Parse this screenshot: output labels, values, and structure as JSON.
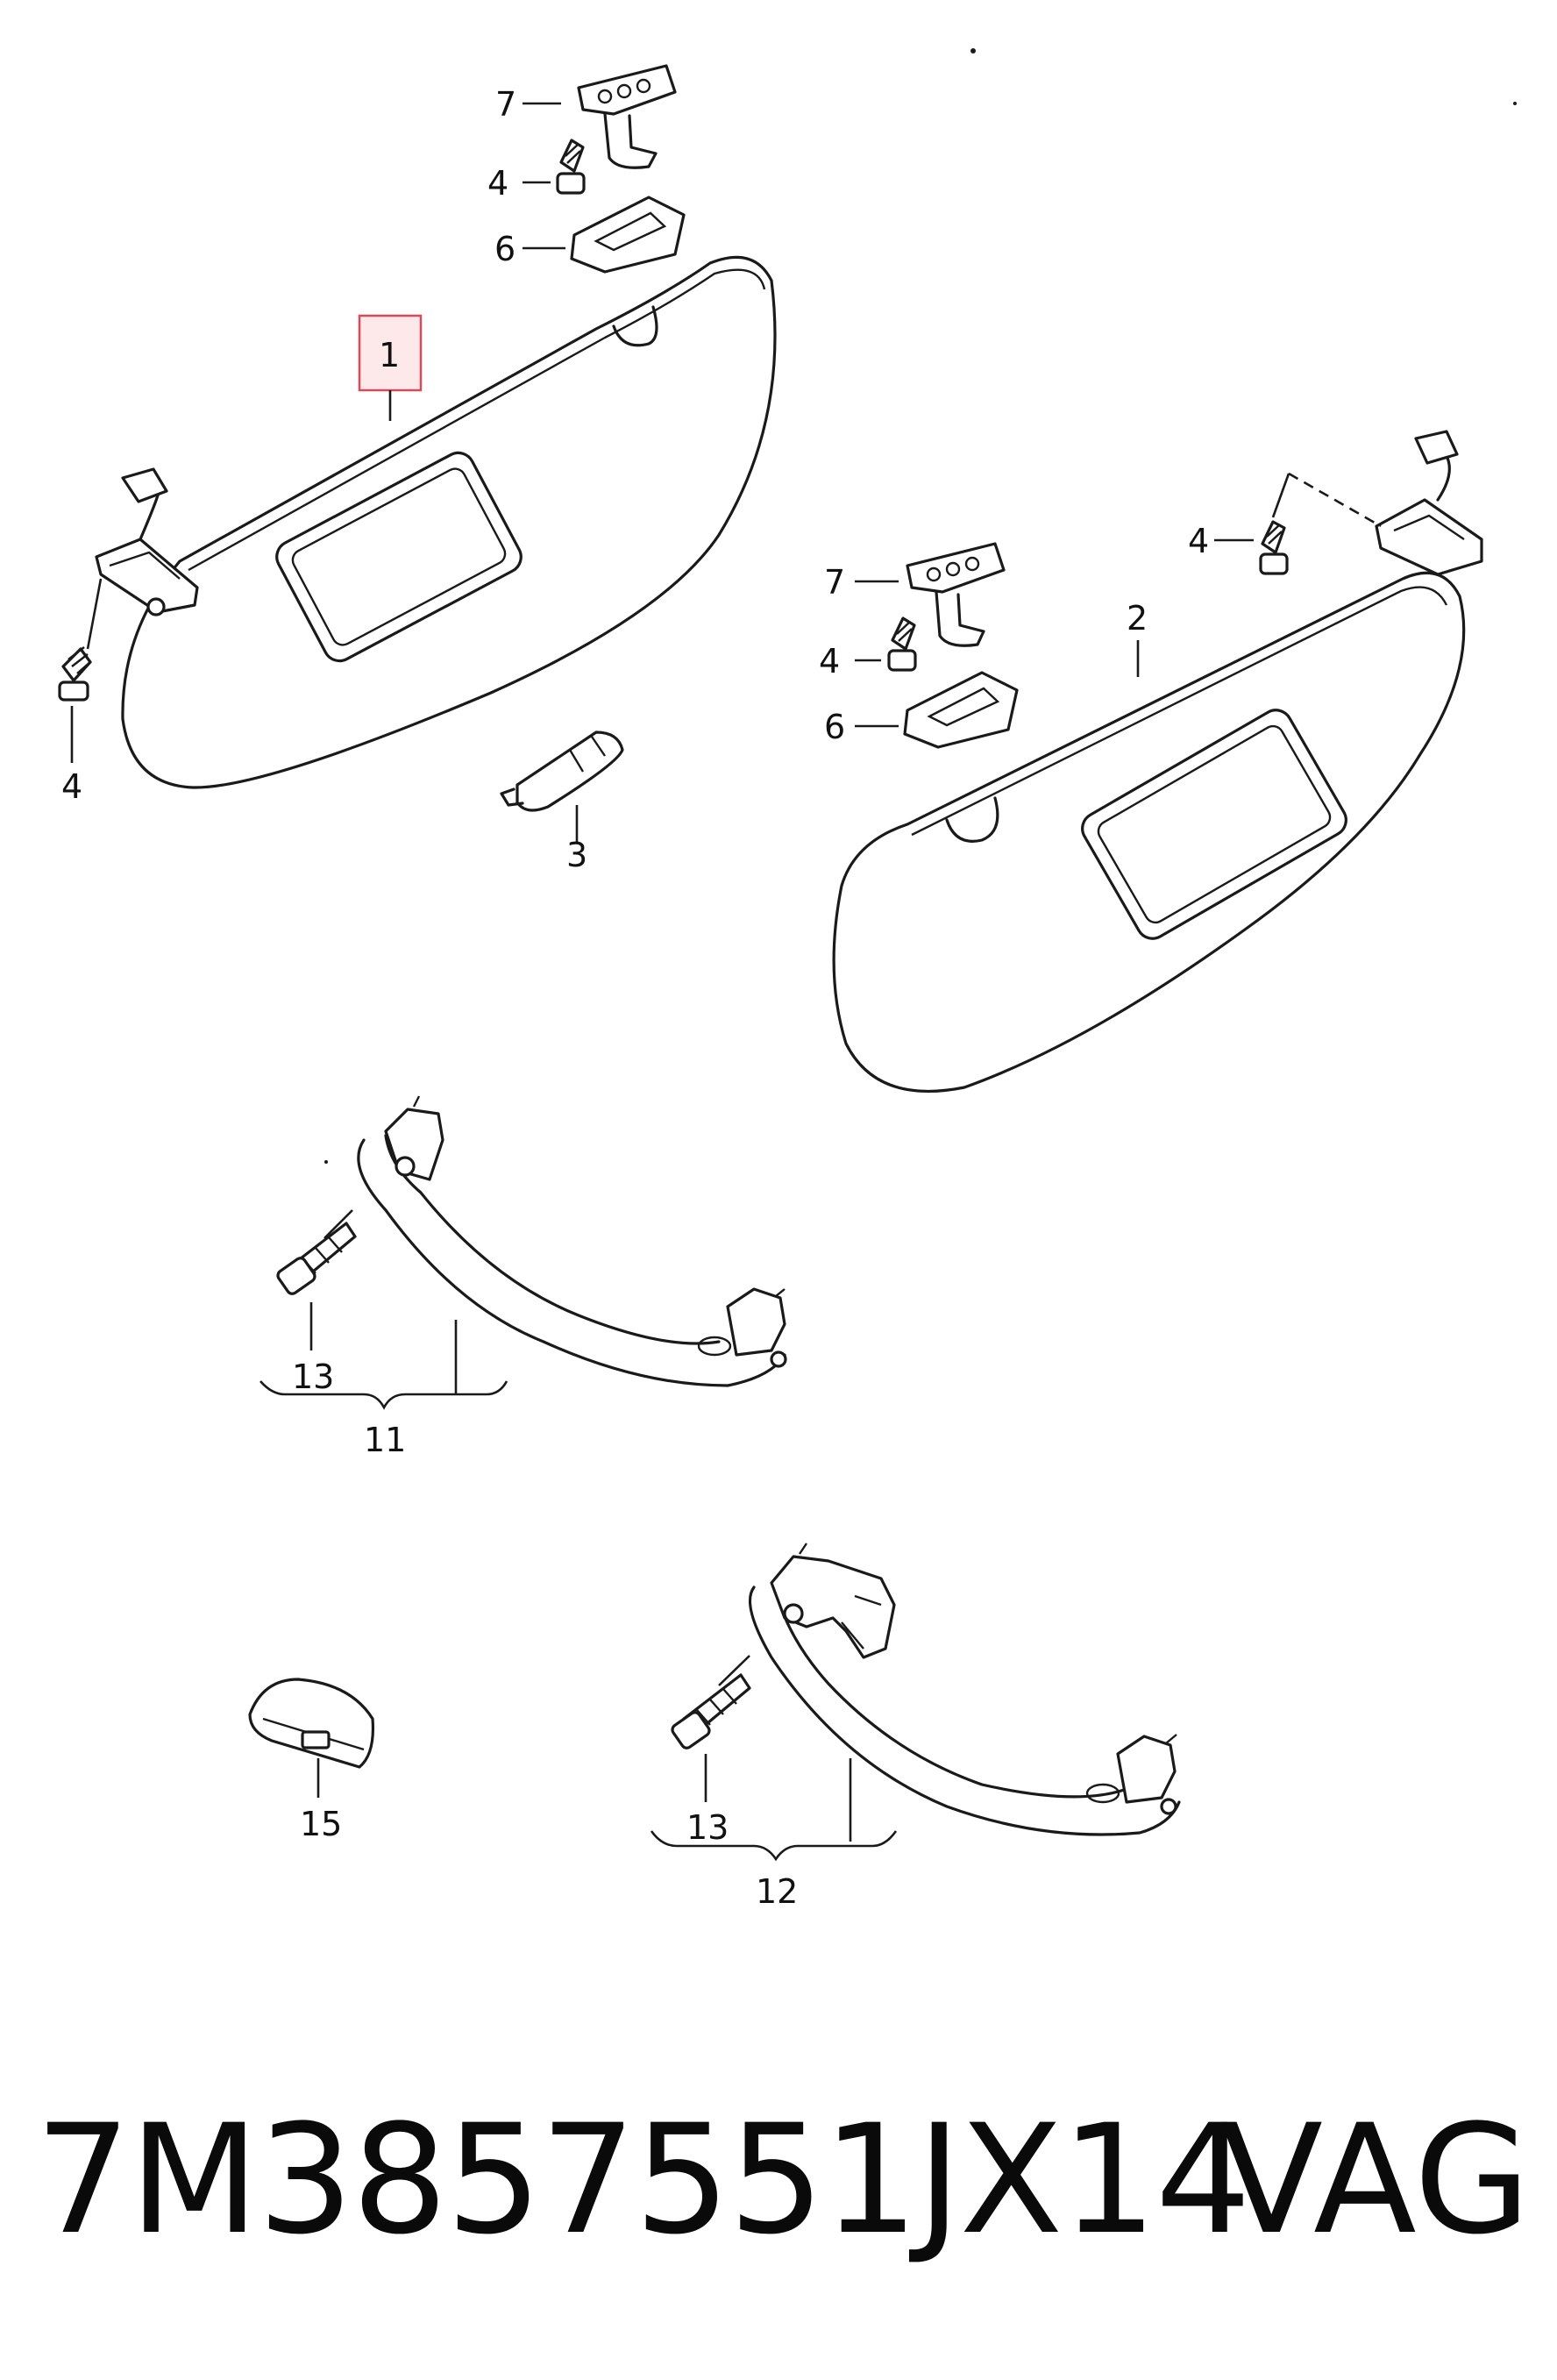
{
  "diagram": {
    "callouts": {
      "c1": "1",
      "c2": "2",
      "c3": "3",
      "c4a": "4",
      "c4b": "4",
      "c4c": "4",
      "c4d": "4",
      "c6a": "6",
      "c6b": "6",
      "c7a": "7",
      "c7b": "7",
      "c11": "11",
      "c12": "12",
      "c13a": "13",
      "c13b": "13",
      "c15": "15"
    },
    "highlighted_callout": "1",
    "highlight_color": "#d64a5a"
  },
  "footer": {
    "part_number": "7M3857551JX14",
    "brand": "VAG"
  }
}
